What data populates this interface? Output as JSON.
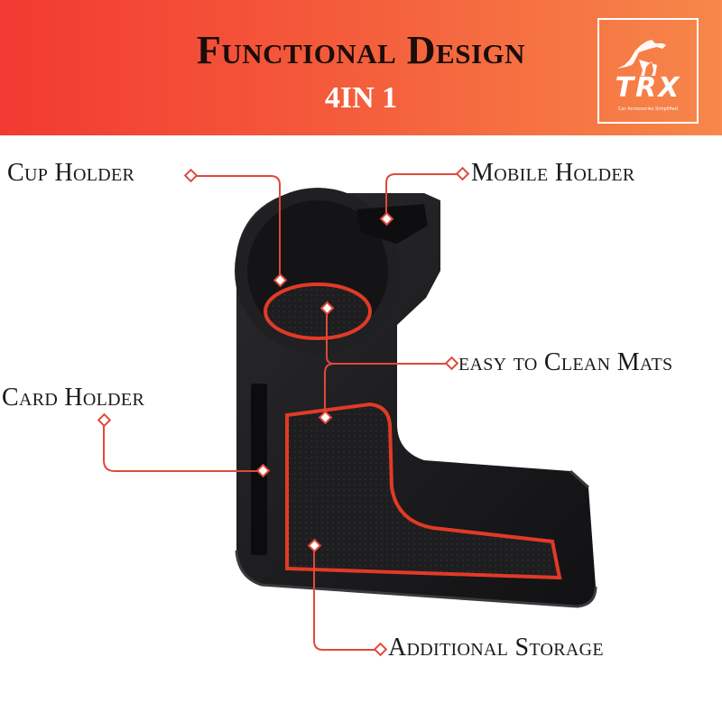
{
  "banner": {
    "title": "Functional Design",
    "subtitle": "4IN 1"
  },
  "logo": {
    "text": "TRX",
    "tagline": "Car Accessories Simplified",
    "colors": {
      "frame": "#ffffff",
      "letters": "#ffffff",
      "accent": "#f23a32"
    }
  },
  "callouts": {
    "cup_holder": "Cup Holder",
    "mobile_holder": "Mobile Holder",
    "easy_clean": "easy to Clean Mats",
    "card_holder": "Card Holder",
    "additional_storage": "Additional Storage"
  },
  "colors": {
    "banner_start": "#f23a32",
    "banner_end": "#f7874a",
    "leader_line": "#e0493b",
    "product_body": "#1c1c1e",
    "mat_trim": "#e23a26"
  }
}
